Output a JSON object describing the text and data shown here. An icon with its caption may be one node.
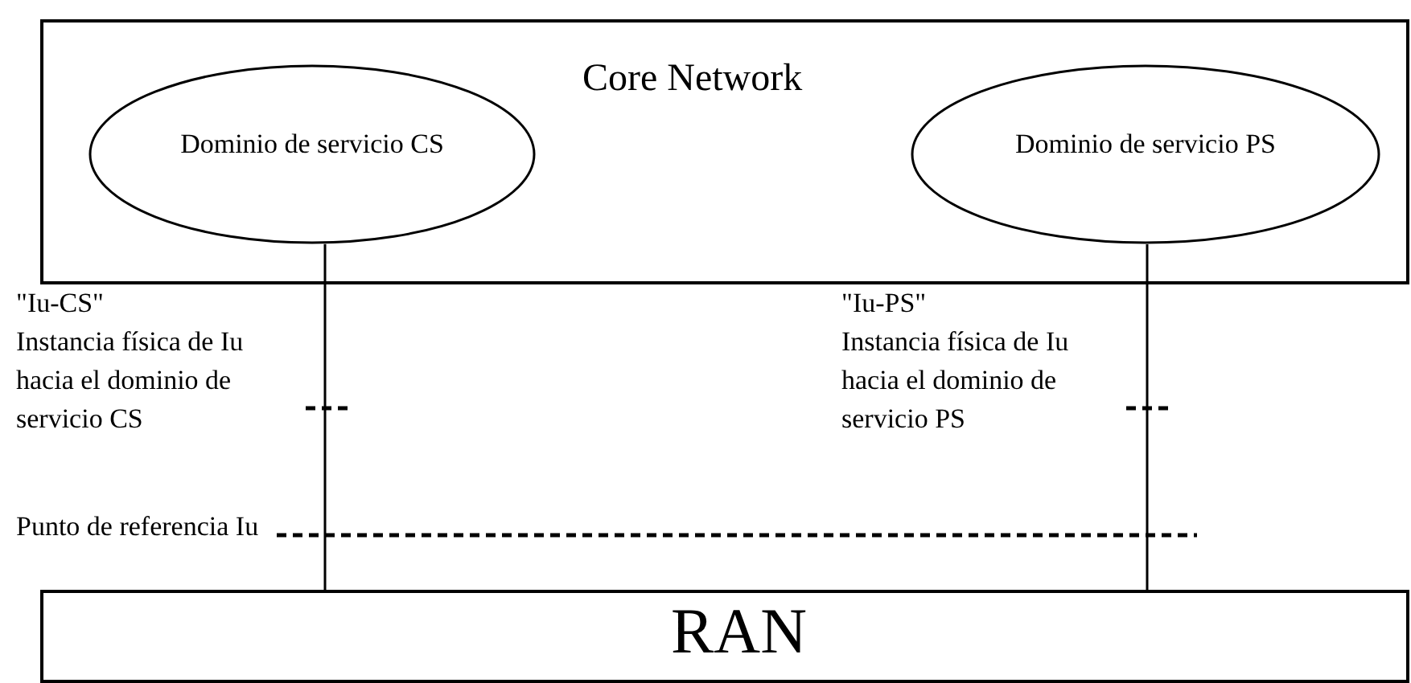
{
  "diagram": {
    "nodes": [
      {
        "text": [
          "Core Network"
        ]
      },
      {
        "text": [
          "Dominio de servicio CS"
        ],
        "in": 0
      },
      {
        "text": [
          "Dominio de servicio PS"
        ],
        "in": 0
      },
      {
        "text": [
          "RAN"
        ]
      }
    ],
    "edges": [
      {
        "from": 1,
        "to": 3,
        "arrow": "none"
      },
      {
        "from": 2,
        "to": 3,
        "arrow": "none"
      }
    ],
    "labels": [
      "\"Iu-CS\"",
      "Instancia física de Iu hacia el dominio de servicio CS",
      "\"Iu-PS\"",
      "Instancia física de Iu hacia el dominio de servicio PS",
      "Punto de referencia Iu"
    ]
  }
}
